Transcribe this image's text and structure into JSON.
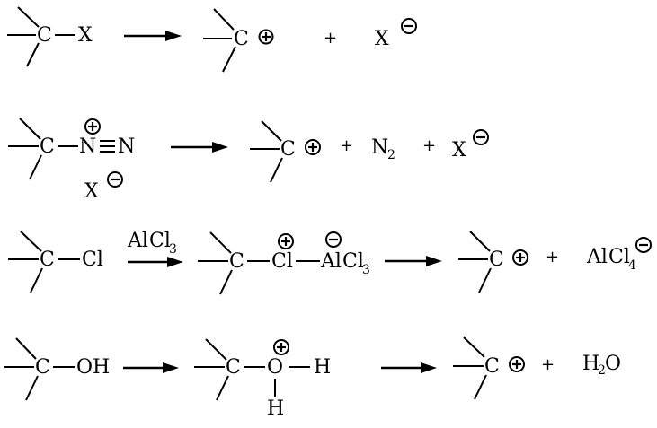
{
  "symbols": {
    "C": "C",
    "X": "X",
    "N": "N",
    "N2": "N",
    "N2_sub": "2",
    "Cl": "Cl",
    "Al": "Al",
    "Cl3": "Cl",
    "three": "3",
    "four": "4",
    "O": "O",
    "H": "H",
    "OH": "OH",
    "H2O_H": "H",
    "two": "2",
    "plus": "+"
  }
}
